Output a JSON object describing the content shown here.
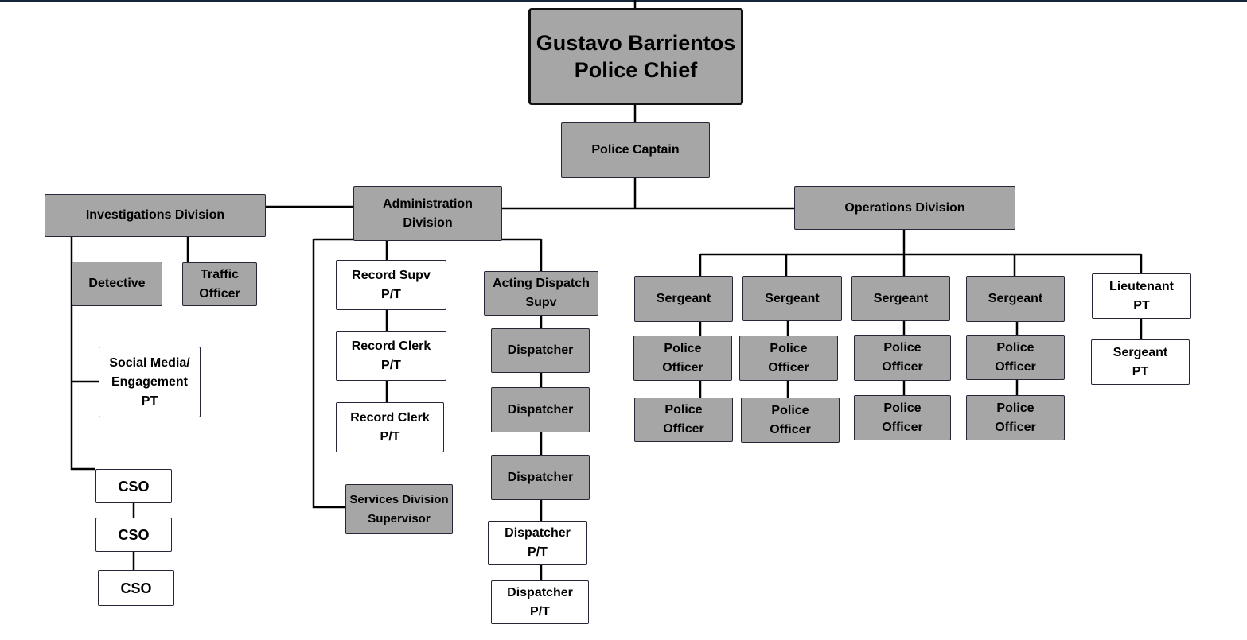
{
  "chief": "Gustavo Barrientos\nPolice Chief",
  "captain": "Police Captain",
  "divisions": {
    "investigations": "Investigations Division",
    "administration": "Administration\nDivision",
    "operations": "Operations Division"
  },
  "investigations": {
    "detective": "Detective",
    "traffic": "Traffic\nOfficer",
    "social": "Social Media/\nEngagement\nPT",
    "cso": [
      "CSO",
      "CSO",
      "CSO"
    ]
  },
  "administration": {
    "record_supv": "Record Supv\nP/T",
    "record_clerks": [
      "Record Clerk\nP/T",
      "Record Clerk\nP/T"
    ],
    "services": "Services Division\nSupervisor",
    "acting_dispatch": "Acting Dispatch\nSupv",
    "dispatchers": [
      "Dispatcher",
      "Dispatcher",
      "Dispatcher",
      "Dispatcher\nP/T",
      "Dispatcher\nP/T"
    ]
  },
  "operations": {
    "sergeants": [
      "Sergeant",
      "Sergeant",
      "Sergeant",
      "Sergeant"
    ],
    "officer": "Police\nOfficer",
    "lieutenant": "Lieutenant\nPT",
    "sergeant_pt": "Sergeant\nPT"
  },
  "colors": {
    "filled_box": "#a6a6a6",
    "line": "#000000",
    "top_bar": "#13263a"
  }
}
